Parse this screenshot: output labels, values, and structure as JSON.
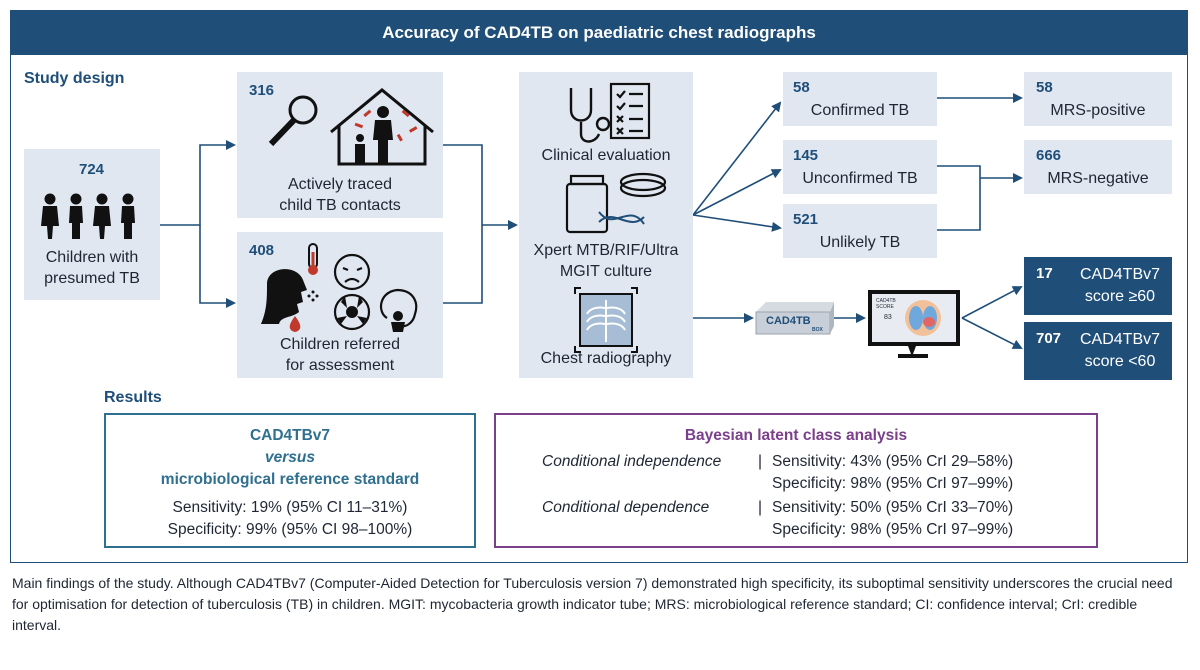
{
  "title": "Accuracy of CAD4TB on paediatric chest radiographs",
  "study_design_label": "Study design",
  "results_label": "Results",
  "nodes": {
    "children": {
      "count": "724",
      "label_line1": "Children with",
      "label_line2": "presumed TB"
    },
    "contacts": {
      "count": "316",
      "label_line1": "Actively traced",
      "label_line2": "child TB contacts"
    },
    "referred": {
      "count": "408",
      "label_line1": "Children referred",
      "label_line2": "for assessment"
    },
    "evaluation": {
      "clinical": "Clinical evaluation",
      "xpert": "Xpert MTB/RIF/Ultra",
      "culture": "MGIT culture",
      "radiography": "Chest radiography"
    },
    "confirmed": {
      "count": "58",
      "label": "Confirmed TB"
    },
    "unconfirmed": {
      "count": "145",
      "label": "Unconfirmed TB"
    },
    "unlikely": {
      "count": "521",
      "label": "Unlikely TB"
    },
    "mrs_positive": {
      "count": "58",
      "label": "MRS-positive"
    },
    "mrs_negative": {
      "count": "666",
      "label": "MRS-negative"
    },
    "cad_high": {
      "count": "17",
      "label_line1": "CAD4TBv7",
      "label_line2": "score ≥60"
    },
    "cad_low": {
      "count": "707",
      "label_line1": "CAD4TBv7",
      "label_line2": "score <60"
    },
    "device_label": "CAD4TB",
    "device_sub": "BOX",
    "monitor_header": "CAD4TB SCORE",
    "monitor_score": "83"
  },
  "results": {
    "left": {
      "title1": "CAD4TBv7",
      "title2": "versus",
      "title3": "microbiological reference standard",
      "sensitivity": "Sensitivity: 19% (95% CI 11–31%)",
      "specificity": "Specificity: 99% (95% CI 98–100%)"
    },
    "right": {
      "title": "Bayesian latent class analysis",
      "cond_indep": "Conditional independence",
      "cond_indep_sens": "Sensitivity: 43% (95% CrI 29–58%)",
      "cond_indep_spec": "Specificity: 98% (95% CrI 97–99%)",
      "cond_dep": "Conditional dependence",
      "cond_dep_sens": "Sensitivity: 50% (95% CrI 33–70%)",
      "cond_dep_spec": "Specificity: 98% (95% CrI 97–99%)"
    }
  },
  "caption": "Main findings of the study. Although CAD4TBv7 (Computer-Aided Detection for Tuberculosis version 7) demonstrated high specificity, its suboptimal sensitivity underscores the crucial need for optimisation for detection of tuberculosis (TB) in children. MGIT: mycobacteria growth indicator tube; MRS: microbiological reference standard; CI: confidence interval; CrI: credible interval.",
  "colors": {
    "navy": "#1f4e79",
    "box_fill": "#e1e7f1",
    "teal": "#2f6f8f",
    "purple": "#7b3f8c"
  }
}
